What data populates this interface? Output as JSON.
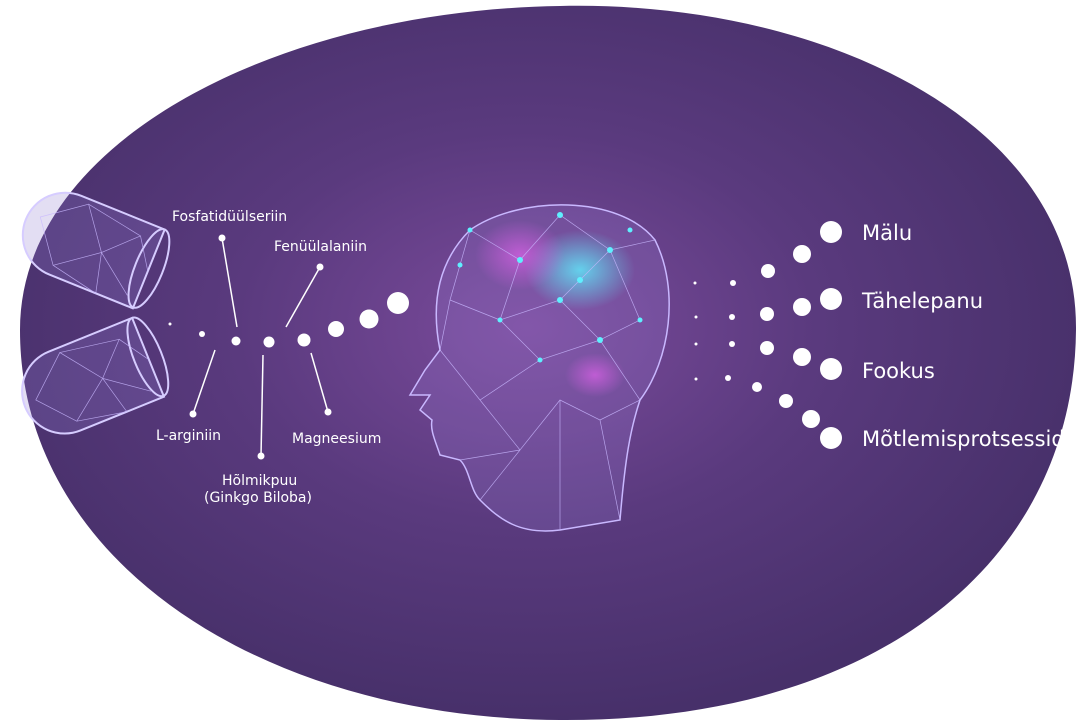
{
  "ingredients": {
    "fosfatidyylseriin": "Fosfatidüülseriin",
    "fenyylalaniin": "Fenüülalaniin",
    "l_arginiin": "L-arginiin",
    "holmikpuu": "Hõlmikpuu",
    "ginkgo": "(Ginkgo Biloba)",
    "magneesium": "Magneesium"
  },
  "benefits": [
    "Mälu",
    "Tähelepanu",
    "Fookus",
    "Mõtlemisprotsessid"
  ],
  "colors": {
    "background": "#48306a",
    "glow": "#7b4b9c",
    "wire": "#c9b8ff",
    "accent": "#5ff0ff"
  }
}
